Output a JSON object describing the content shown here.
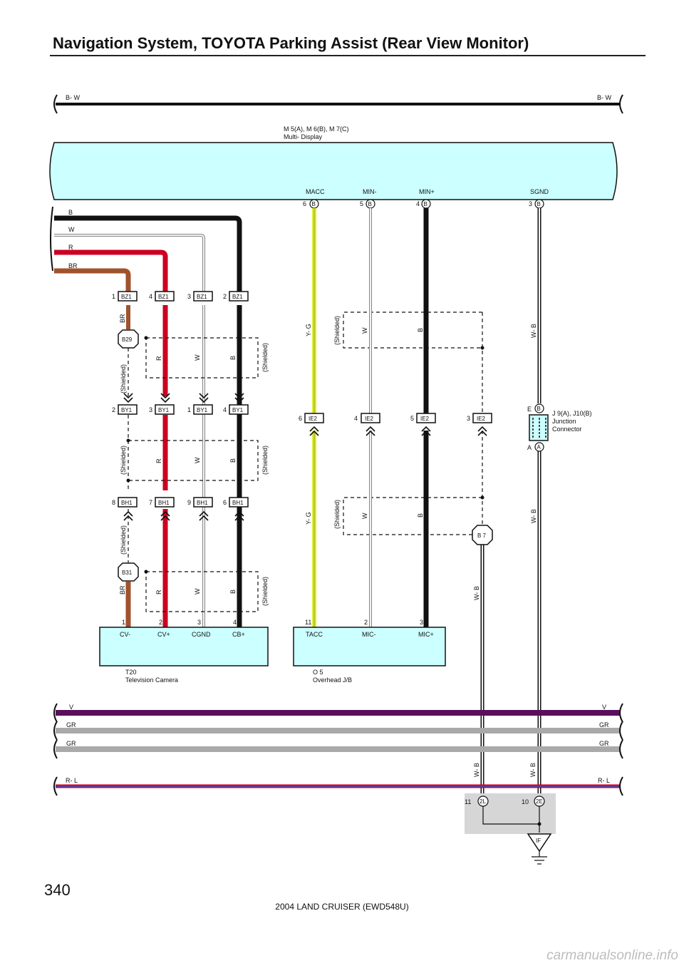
{
  "header": {
    "title": "Navigation System, TOYOTA Parking Assist (Rear View Monitor)"
  },
  "page": {
    "number": "340",
    "footer": "2004 LAND CRUISER (EWD548U)",
    "watermark": "carmanualsonline.info"
  },
  "colors": {
    "black": "#111111",
    "white_wire": "#e8e8e8",
    "red": "#cc0022",
    "brown": "#a0522d",
    "yellow": "#ddee33",
    "violet": "#5a0f5a",
    "gray": "#a9a9a9",
    "display_fill": "#ccffff",
    "ground_shade": "#d6d6d6"
  },
  "bus_top": {
    "left": "B- W",
    "right": "B- W"
  },
  "multi_display": {
    "ref": "M 5(A), M 6(B), M 7(C)",
    "name": "Multi- Display",
    "pins": [
      {
        "label": "MACC",
        "num": "6",
        "conn": "B"
      },
      {
        "label": "MIN-",
        "num": "5",
        "conn": "B"
      },
      {
        "label": "MIN+",
        "num": "4",
        "conn": "B"
      },
      {
        "label": "SGND",
        "num": "3",
        "conn": "B"
      }
    ]
  },
  "left_wires": [
    "B",
    "W",
    "R",
    "BR"
  ],
  "bz1": [
    {
      "num": "1",
      "code": "BZ1"
    },
    {
      "num": "4",
      "code": "BZ1"
    },
    {
      "num": "3",
      "code": "BZ1"
    },
    {
      "num": "2",
      "code": "BZ1"
    }
  ],
  "by1": [
    {
      "num": "2",
      "code": "BY1"
    },
    {
      "num": "3",
      "code": "BY1"
    },
    {
      "num": "1",
      "code": "BY1"
    },
    {
      "num": "4",
      "code": "BY1"
    }
  ],
  "bh1": [
    {
      "num": "8",
      "code": "BH1"
    },
    {
      "num": "7",
      "code": "BH1"
    },
    {
      "num": "9",
      "code": "BH1"
    },
    {
      "num": "6",
      "code": "BH1"
    }
  ],
  "ie2": [
    {
      "num": "6",
      "code": "IE2"
    },
    {
      "num": "4",
      "code": "IE2"
    },
    {
      "num": "5",
      "code": "IE2"
    },
    {
      "num": "3",
      "code": "IE2"
    }
  ],
  "splices": {
    "b29": "B29",
    "b31": "B31",
    "b7": "B 7"
  },
  "shielded": "(Shielded)",
  "wire_colors": {
    "br": "BR",
    "r": "R",
    "w": "W",
    "b": "B",
    "yg": "Y- G",
    "wb": "W- B"
  },
  "junction": {
    "ref": "J 9(A), J10(B)",
    "name1": "Junction",
    "name2": "Connector",
    "top_pin": "E",
    "top_conn": "B",
    "bot_pin": "A",
    "bot_conn": "A"
  },
  "camera": {
    "ref": "T20",
    "name": "Television Camera",
    "pins": [
      {
        "num": "1",
        "label": "CV-"
      },
      {
        "num": "2",
        "label": "CV+"
      },
      {
        "num": "3",
        "label": "CGND"
      },
      {
        "num": "4",
        "label": "CB+"
      }
    ]
  },
  "overhead": {
    "ref": "O 5",
    "name": "Overhead J/B",
    "pins": [
      {
        "num": "11",
        "label": "TACC"
      },
      {
        "num": "2",
        "label": "MIC-"
      },
      {
        "num": "3",
        "label": "MIC+"
      }
    ]
  },
  "bottom_buses": [
    {
      "left": "V",
      "right": "V"
    },
    {
      "left": "GR",
      "right": "GR"
    },
    {
      "left": "GR",
      "right": "GR"
    },
    {
      "left": "R- L",
      "right": "R- L"
    }
  ],
  "ground_conns": [
    {
      "num": "11",
      "code": "2L"
    },
    {
      "num": "10",
      "code": "2E"
    }
  ],
  "ground": {
    "label": "IF"
  }
}
